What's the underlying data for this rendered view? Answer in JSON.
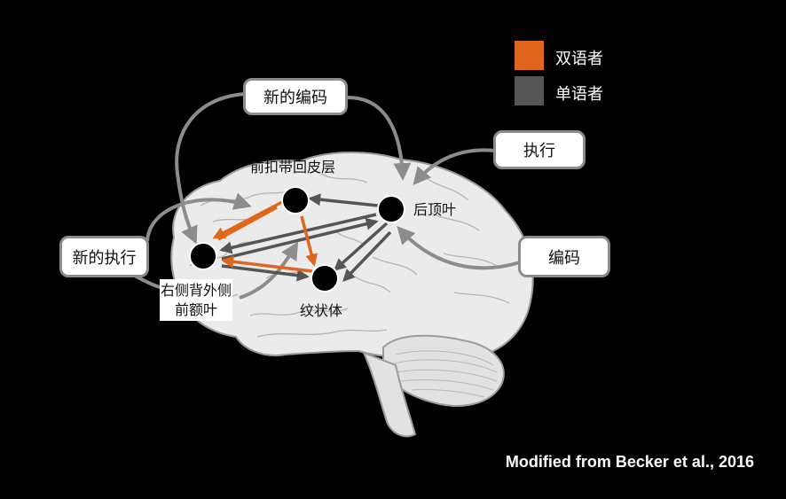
{
  "colors": {
    "background": "#000000",
    "brain_fill": "#ebebeb",
    "bilingual": "#e0661e",
    "monolingual": "#555555",
    "box_border": "#8c8c8c"
  },
  "legend": [
    {
      "label": "双语者",
      "color": "#e0661e"
    },
    {
      "label": "单语者",
      "color": "#555555"
    }
  ],
  "boxes": {
    "new_encoding": "新的编码",
    "execution": "执行",
    "new_execution": "新的执行",
    "encoding": "编码"
  },
  "regions": {
    "acc": "前扣带回皮层",
    "ppc": "后顶叶",
    "dlpfc_line1": "右侧背外侧",
    "dlpfc_line2": "前额叶",
    "striatum": "纹状体"
  },
  "credit": "Modified from Becker et al., 2016"
}
